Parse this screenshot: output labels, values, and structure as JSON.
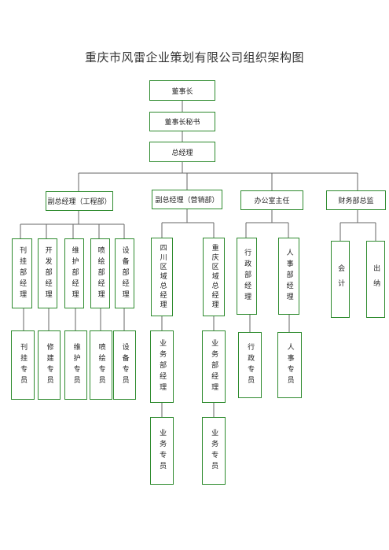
{
  "title": "重庆市风雷企业策划有限公司组织架构图",
  "level1": {
    "chairman": "董事长",
    "secretary": "董事长秘书",
    "gm": "总经理"
  },
  "level2": {
    "vp_engineering": "副总经理（工程部）",
    "vp_marketing": "副总经理（营销部）",
    "office_director": "办公室主任",
    "finance_director": "财务部总监"
  },
  "engineering": {
    "managers": [
      "刊挂部经理",
      "开发部经理",
      "维护部经理",
      "喷绘部经理",
      "设备部经理"
    ],
    "staff": [
      "刊挂专员",
      "修建专员",
      "维护专员",
      "喷绘专员",
      "设备专员"
    ]
  },
  "marketing": {
    "region_left": "四川区域总经理",
    "region_right": "重庆区域总经理",
    "biz_manager_left": "业务部经理",
    "biz_manager_right": "业务部经理",
    "biz_staff_left": "业务专员",
    "biz_staff_right": "业务专员"
  },
  "office": {
    "admin_manager": "行政部经理",
    "hr_manager": "人事部经理",
    "admin_staff": "行政专员",
    "hr_staff": "人事专员"
  },
  "finance": {
    "accountant": "会计",
    "cashier": "出纳"
  }
}
